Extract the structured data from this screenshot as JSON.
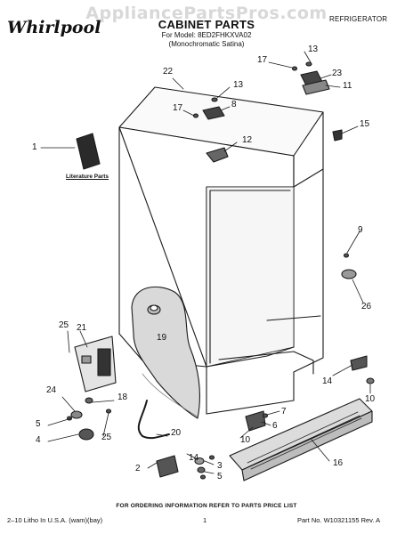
{
  "watermark": "AppliancePartsPros.com",
  "brand": "Whirlpool",
  "category": "REFRIGERATOR",
  "title": "CABINET PARTS",
  "model_line1": "For Model: 8ED2FHKXVA02",
  "model_line2": "(Monochromatic Satina)",
  "literature_label": "Literature Parts",
  "callouts": {
    "c1": "1",
    "c2": "2",
    "c3": "3",
    "c4": "4",
    "c5a": "5",
    "c5b": "5",
    "c6": "6",
    "c7": "7",
    "c8": "8",
    "c9": "9",
    "c10a": "10",
    "c10b": "10",
    "c11": "11",
    "c12": "12",
    "c13a": "13",
    "c13b": "13",
    "c14a": "14",
    "c14b": "14",
    "c15": "15",
    "c16": "16",
    "c17a": "17",
    "c17b": "17",
    "c18": "18",
    "c19": "19",
    "c20": "20",
    "c21": "21",
    "c22": "22",
    "c23": "23",
    "c24": "24",
    "c25a": "25",
    "c25b": "25",
    "c26": "26"
  },
  "order_note": "FOR ORDERING INFORMATION REFER TO PARTS PRICE LIST",
  "footer_left": "2–10 Litho In U.S.A. (wam)(bay)",
  "footer_page": "1",
  "footer_right": "Part No. W10321155 Rev. A"
}
